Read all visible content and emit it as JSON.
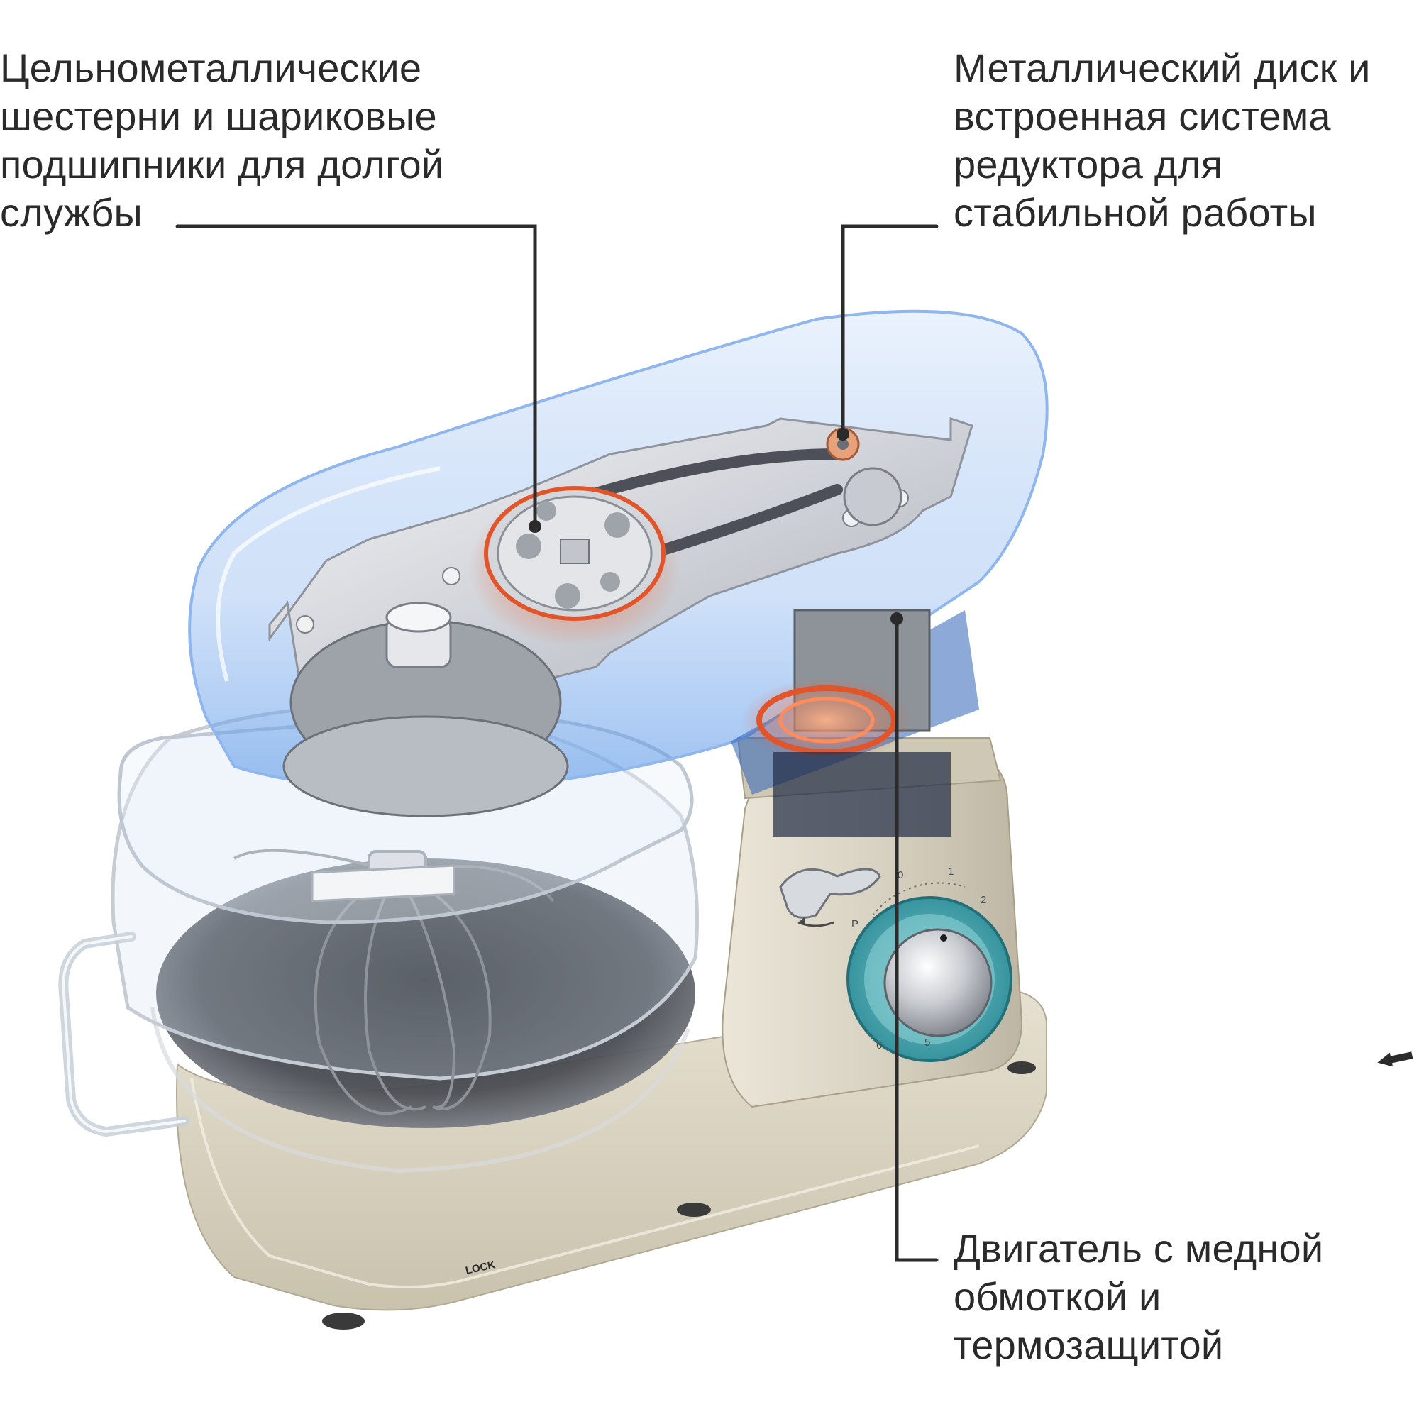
{
  "callouts": {
    "gears": {
      "lines": [
        "Цельнометаллические",
        "шестерни и шариковые",
        "подшипники для долгой",
        "службы"
      ]
    },
    "disc": {
      "lines": [
        "Металлический диск и",
        "встроенная система",
        "редуктора для",
        "стабильной работы"
      ]
    },
    "motor": {
      "lines": [
        "Двигатель с медной",
        "обмоткой и",
        "термозащитой"
      ]
    }
  },
  "speed_dial": {
    "labels": [
      "0",
      "1",
      "2",
      "P",
      "5",
      "6"
    ]
  },
  "base": {
    "lock_label": "LOCK"
  },
  "colors": {
    "text": "#2a2a2a",
    "leader_line": "#2b2b2b",
    "housing_blue": "#4d8fe6",
    "body_cream": "#d9d3c3",
    "knob_teal": "#2f8f9a",
    "copper_glow": "#e2542a"
  },
  "icons": {
    "lock_arrow": "arrow-left-icon",
    "rotate_arrow": "rotate-arrow-icon"
  }
}
